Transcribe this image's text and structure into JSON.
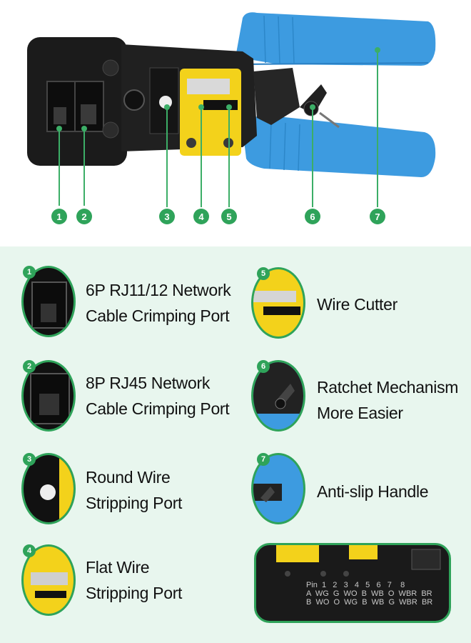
{
  "callouts": [
    "1",
    "2",
    "3",
    "4",
    "5",
    "6",
    "7"
  ],
  "features": [
    {
      "num": "1",
      "line1": "6P RJ11/12 Network",
      "line2": "Cable Crimping Port"
    },
    {
      "num": "2",
      "line1": "8P RJ45 Network",
      "line2": "Cable Crimping Port"
    },
    {
      "num": "3",
      "line1": "Round Wire",
      "line2": "Stripping Port"
    },
    {
      "num": "4",
      "line1": "Flat Wire",
      "line2": "Stripping Port"
    },
    {
      "num": "5",
      "line1": "Wire Cutter",
      "line2": ""
    },
    {
      "num": "6",
      "line1": "Ratchet Mechanism",
      "line2": "More Easier"
    },
    {
      "num": "7",
      "line1": "Anti-slip Handle",
      "line2": ""
    }
  ],
  "wiring": {
    "row_pin": "Pin  1   2   3   4   5   6   7    8",
    "row_a": "A  WG  G  WO  B  WB  O  WBR  BR",
    "row_b": "B  WO  O  WG  B  WB  G  WBR  BR"
  },
  "colors": {
    "accent_green": "#2fa35a",
    "handle_blue": "#3d9be0",
    "blade_yellow": "#f3d21b",
    "tool_black": "#1b1b1b",
    "panel_bg": "#e8f6ee"
  }
}
